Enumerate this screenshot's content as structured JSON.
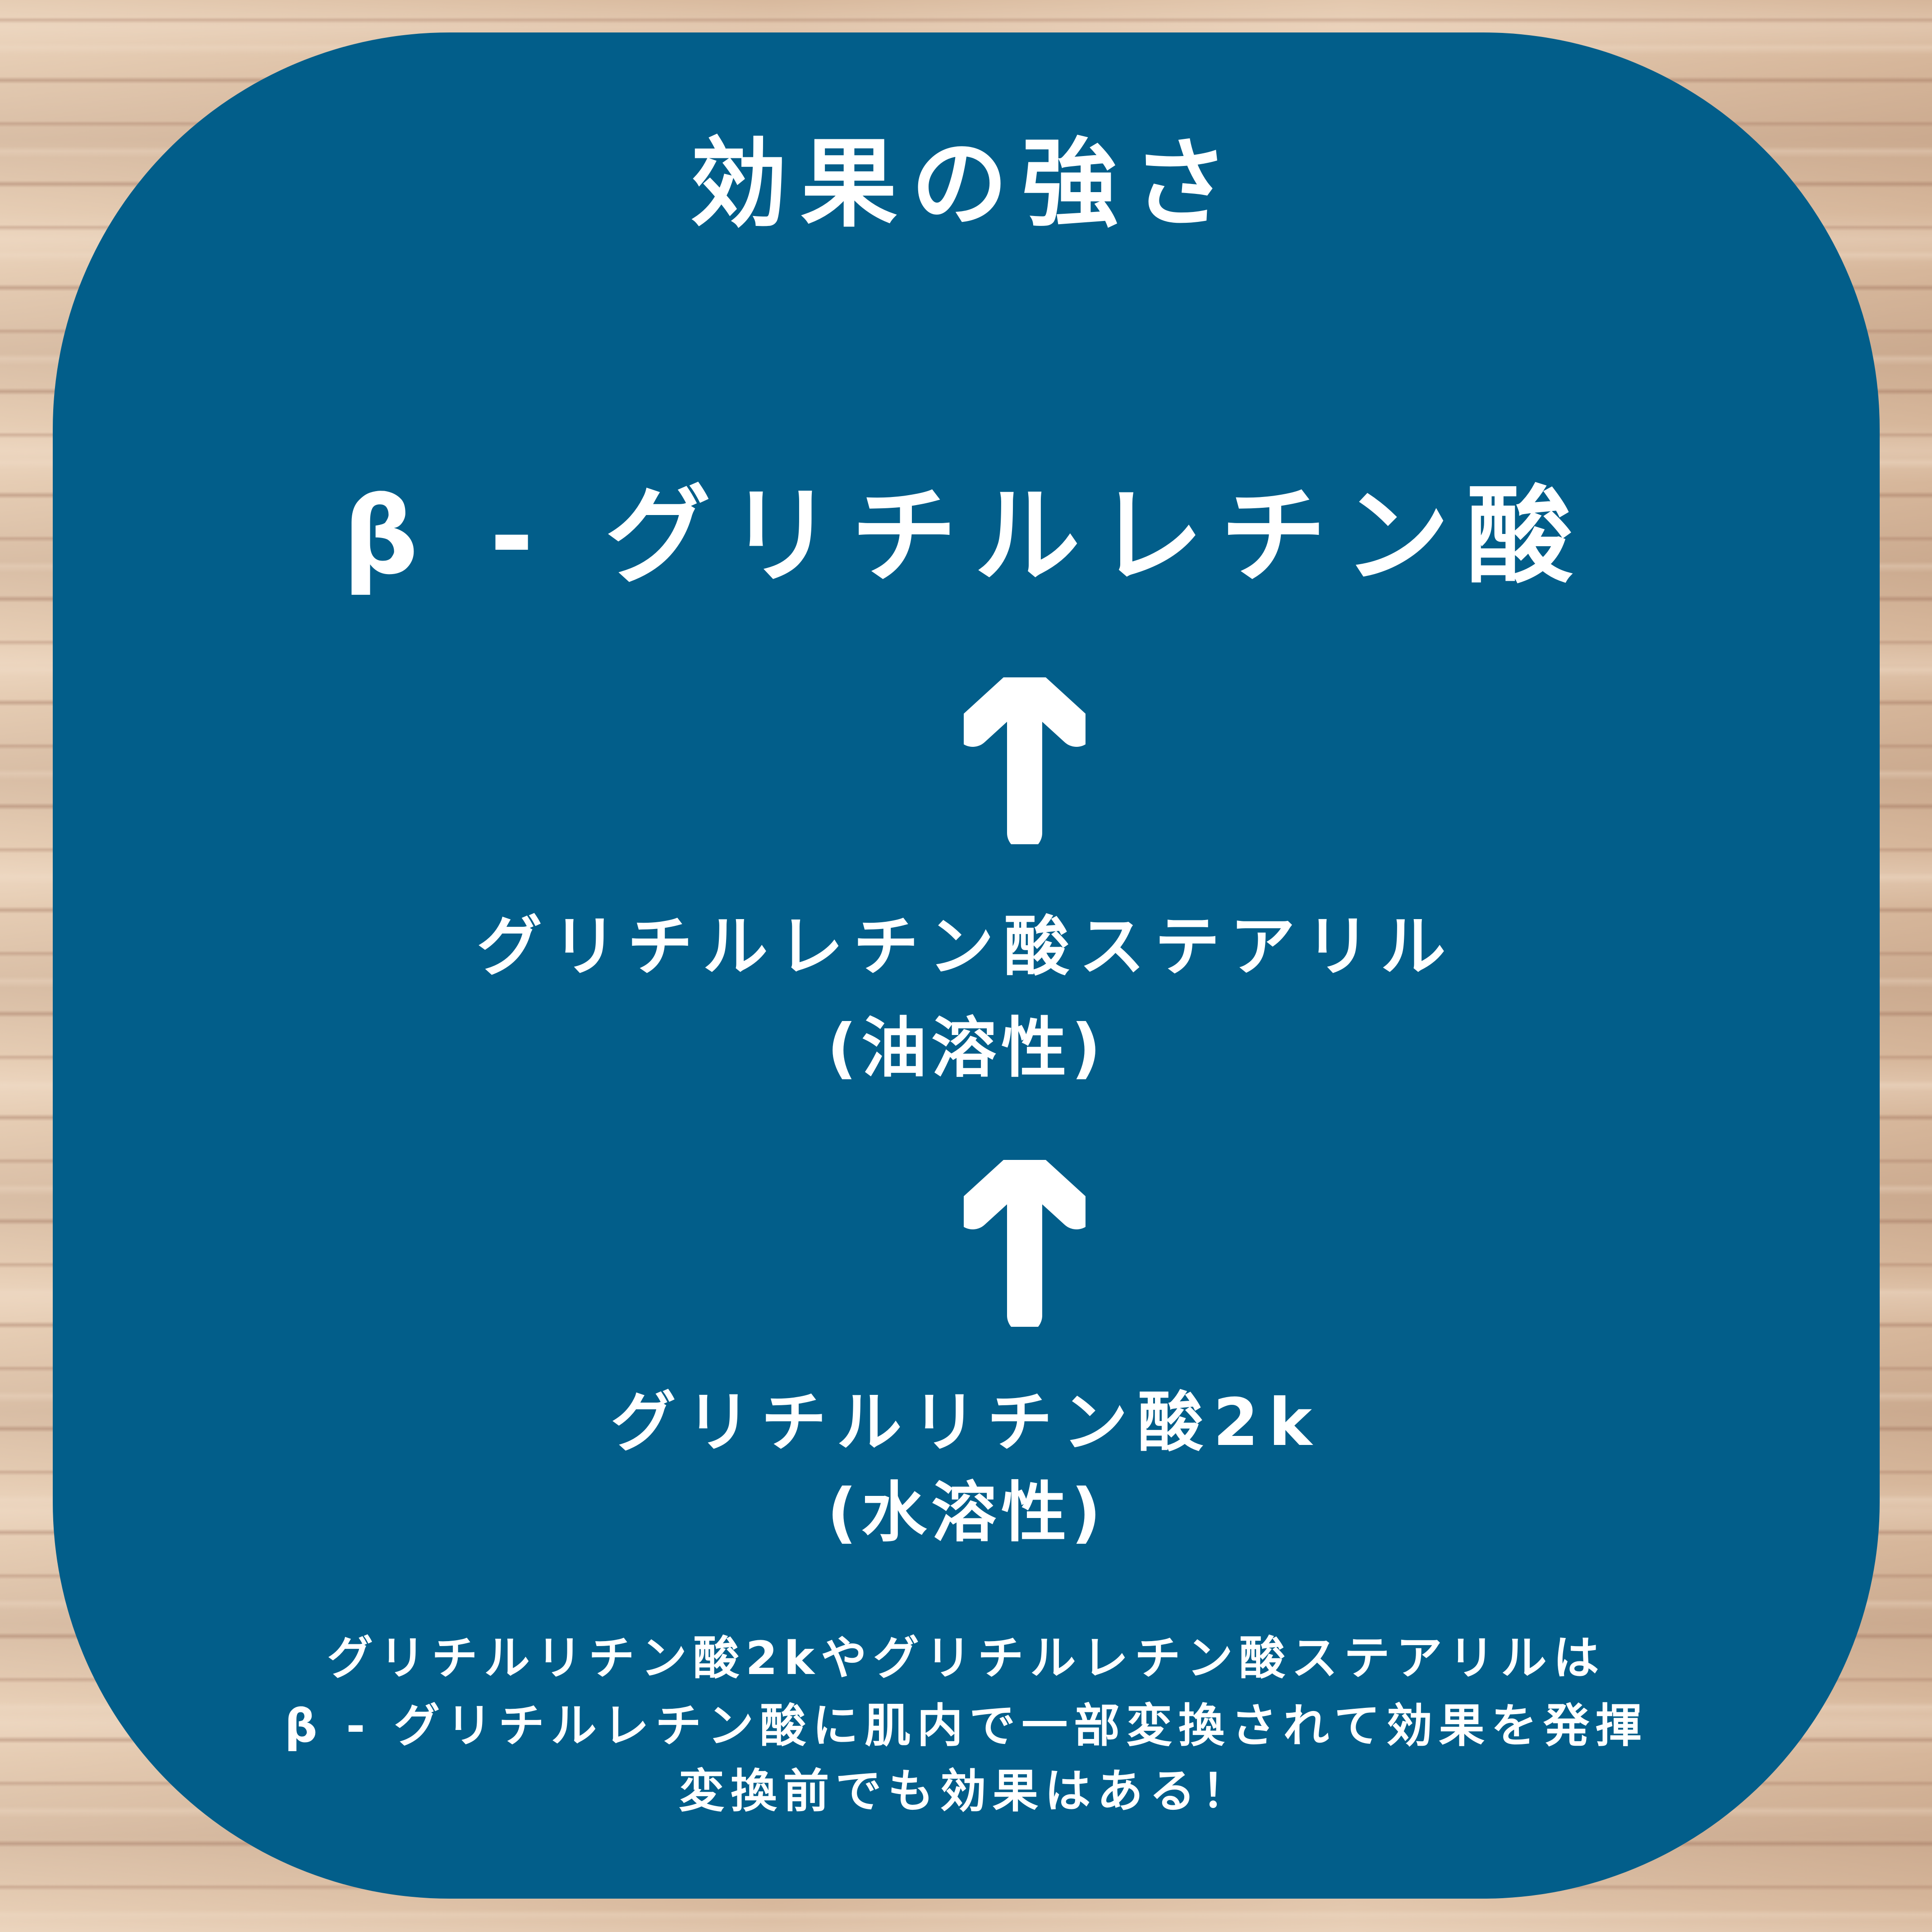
{
  "colors": {
    "panel": "#025e8a",
    "text": "#ffffff",
    "background_wood": "#dcbfa3"
  },
  "title": "効果の強さ",
  "ranking": [
    {
      "rank": 1,
      "name": "β - グリチルレチン酸",
      "subtitle": ""
    },
    {
      "rank": 2,
      "name": "グリチルレチン酸ステアリル",
      "subtitle": "(油溶性)"
    },
    {
      "rank": 3,
      "name": "グリチルリチン酸2k",
      "subtitle": "(水溶性)"
    }
  ],
  "arrows": [
    {
      "icon": "arrow-up-icon",
      "direction": "up"
    },
    {
      "icon": "arrow-up-icon",
      "direction": "up"
    }
  ],
  "note": {
    "lines": [
      "グリチルリチン酸2kやグリチルレチン酸ステアリルは",
      "β - グリチルレチン酸に肌内で一部変換されて効果を発揮",
      "変換前でも効果はある！"
    ]
  }
}
